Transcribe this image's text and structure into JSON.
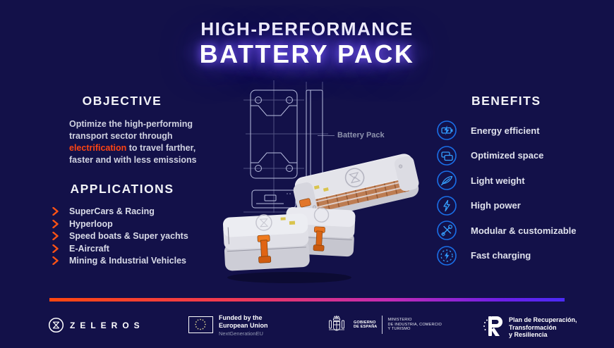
{
  "title": {
    "line1": "HIGH-PERFORMANCE",
    "line2": "BATTERY PACK"
  },
  "objective": {
    "heading": "OBJECTIVE",
    "text_before": "Optimize the high-performing transport sector through ",
    "highlight": "electrification",
    "text_after": " to travel farther, faster and with less emissions"
  },
  "applications": {
    "heading": "APPLICATIONS",
    "items": [
      "SuperCars & Racing",
      "Hyperloop",
      "Speed boats & Super yachts",
      "E-Aircraft",
      "Mining & Industrial Vehicles"
    ]
  },
  "benefits": {
    "heading": "BENEFITS",
    "items": [
      {
        "icon": "battery-bolt-icon",
        "label": "Energy efficient"
      },
      {
        "icon": "stacked-panels-icon",
        "label": "Optimized space"
      },
      {
        "icon": "feather-icon",
        "label": "Light weight"
      },
      {
        "icon": "lightning-icon",
        "label": "High power"
      },
      {
        "icon": "crossed-tools-icon",
        "label": "Modular & customizable"
      },
      {
        "icon": "fast-charge-icon",
        "label": "Fast charging"
      }
    ]
  },
  "diagram": {
    "label": "Battery Pack"
  },
  "footer": {
    "zeleros_wordmark": "ZELEROS",
    "eu_funding": {
      "line1": "Funded by the",
      "line2": "European Union",
      "line3": "NextGenerationEU"
    },
    "spain_gov": {
      "gobierno_line1": "GOBIERNO",
      "gobierno_line2": "DE ESPAÑA",
      "ministerio_line1": "MINISTERIO",
      "ministerio_line2": "DE INDUSTRIA, COMERCIO",
      "ministerio_line3": "Y TURISMO"
    },
    "recovery_plan": {
      "line1": "Plan de Recuperación,",
      "line2": "Transformación",
      "line3": "y Resiliencia"
    }
  },
  "colors": {
    "background": "#131149",
    "accent_orange": "#ff4412",
    "icon_blue": "#2e8bff",
    "glow_purple": "#8060ff",
    "gradient_bar": [
      "#ff470f",
      "#f23a52",
      "#c32bb4",
      "#4a2bf5"
    ]
  }
}
